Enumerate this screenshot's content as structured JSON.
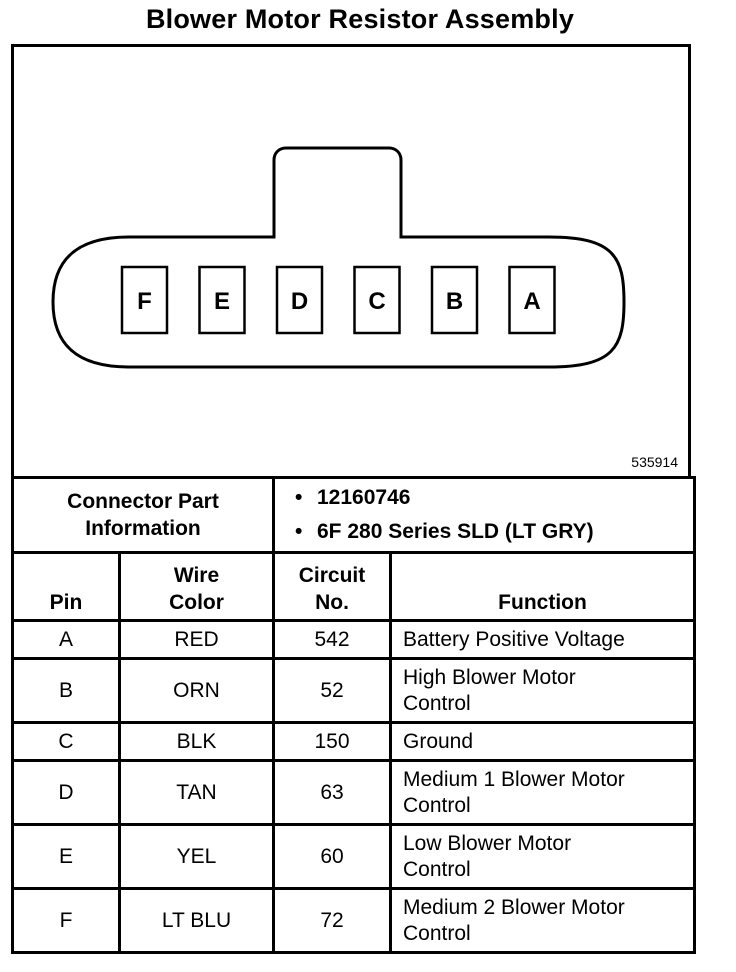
{
  "title": "Blower Motor Resistor Assembly",
  "diagram": {
    "figure_number": "535914",
    "pins": [
      "F",
      "E",
      "D",
      "C",
      "B",
      "A"
    ]
  },
  "connector_info": {
    "label_line1": "Connector Part",
    "label_line2": "Information",
    "part_number": "12160746",
    "series": "6F 280 Series SLD (LT GRY)"
  },
  "table": {
    "headers": {
      "pin": "Pin",
      "wire_color_1": "Wire",
      "wire_color_2": "Color",
      "circuit_1": "Circuit",
      "circuit_2": "No.",
      "function": "Function"
    },
    "rows": [
      {
        "pin": "A",
        "color": "RED",
        "circuit": "542",
        "function_1": "Battery Positive Voltage",
        "function_2": ""
      },
      {
        "pin": "B",
        "color": "ORN",
        "circuit": "52",
        "function_1": "High Blower Motor",
        "function_2": "Control"
      },
      {
        "pin": "C",
        "color": "BLK",
        "circuit": "150",
        "function_1": "Ground",
        "function_2": ""
      },
      {
        "pin": "D",
        "color": "TAN",
        "circuit": "63",
        "function_1": "Medium 1 Blower Motor",
        "function_2": "Control"
      },
      {
        "pin": "E",
        "color": "YEL",
        "circuit": "60",
        "function_1": "Low Blower Motor",
        "function_2": "Control"
      },
      {
        "pin": "F",
        "color": "LT BLU",
        "circuit": "72",
        "function_1": "Medium 2 Blower Motor",
        "function_2": "Control"
      }
    ]
  }
}
